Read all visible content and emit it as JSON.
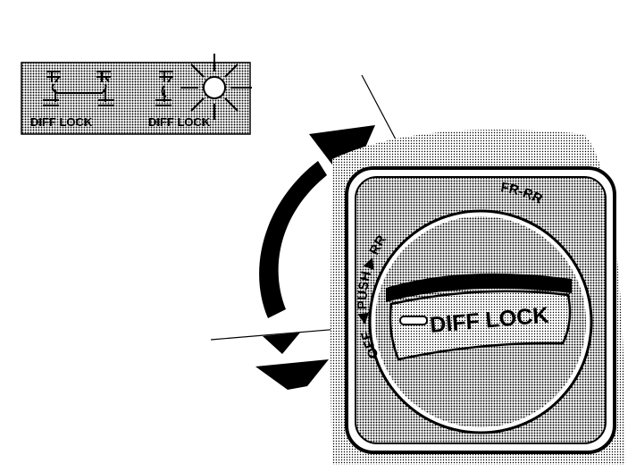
{
  "indicator_panel": {
    "left_label": "DIFF LOCK",
    "right_label": "DIFF LOCK",
    "right_state": "illuminated"
  },
  "knob": {
    "center_label": "DIFF LOCK",
    "positions": {
      "off": "OFF",
      "push": "PUSH",
      "rr": "RR",
      "fr_rr": "FR-RR"
    }
  },
  "rotation_arrow": {
    "direction": "clockwise"
  },
  "colors": {
    "ink": "#000000",
    "screen_tone": "#bdbdbd",
    "background": "#ffffff"
  }
}
